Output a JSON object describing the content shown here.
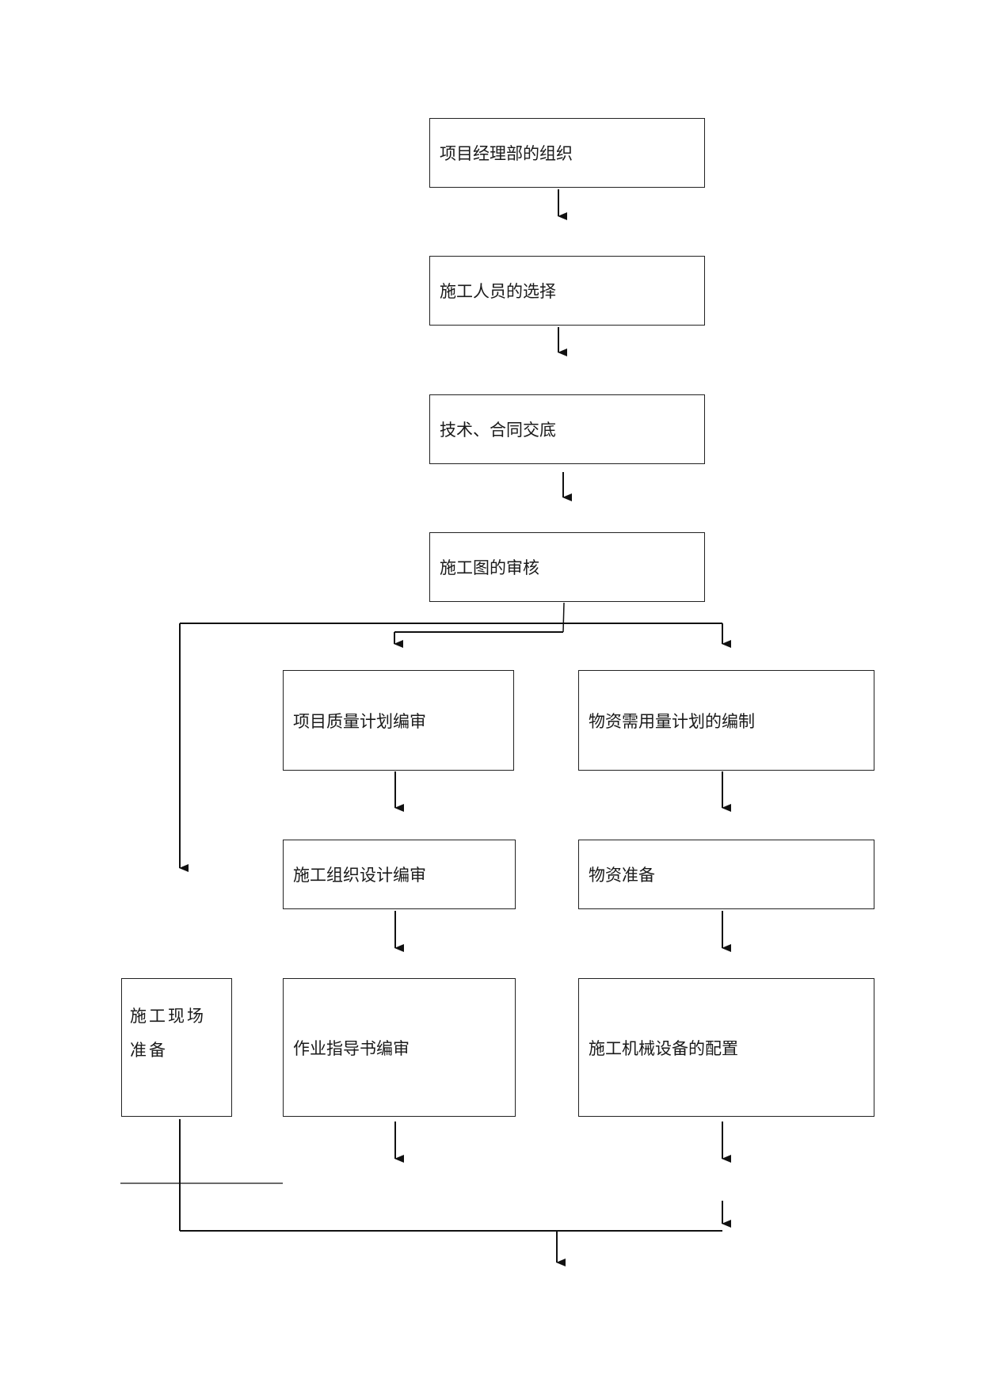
{
  "flowchart": {
    "nodes": [
      {
        "id": "n1",
        "label": "项目经理部的组织"
      },
      {
        "id": "n2",
        "label": "施工人员的选择"
      },
      {
        "id": "n3",
        "label": "技术、合同交底"
      },
      {
        "id": "n4",
        "label": "施工图的审核"
      },
      {
        "id": "n5",
        "label": "项目质量计划编审"
      },
      {
        "id": "n6",
        "label": "物资需用量计划的编制"
      },
      {
        "id": "n7",
        "label": "施工组织设计编审"
      },
      {
        "id": "n8",
        "label": "物资准备"
      },
      {
        "id": "n9",
        "label": "作业指导书编审"
      },
      {
        "id": "n10",
        "label": "施工机械设备的配置"
      },
      {
        "id": "n11",
        "label": "施工现场准备"
      }
    ],
    "edges": [
      {
        "from": "n1",
        "to": "n2"
      },
      {
        "from": "n2",
        "to": "n3"
      },
      {
        "from": "n3",
        "to": "n4"
      },
      {
        "from": "n4",
        "to": "n5"
      },
      {
        "from": "n4",
        "to": "n6"
      },
      {
        "from": "n4",
        "to": "n11"
      },
      {
        "from": "n5",
        "to": "n7"
      },
      {
        "from": "n7",
        "to": "n9"
      },
      {
        "from": "n6",
        "to": "n8"
      },
      {
        "from": "n8",
        "to": "n10"
      }
    ]
  },
  "colors": {
    "line": "#111111",
    "box_border": "#222222",
    "text": "#1a1a1a"
  }
}
